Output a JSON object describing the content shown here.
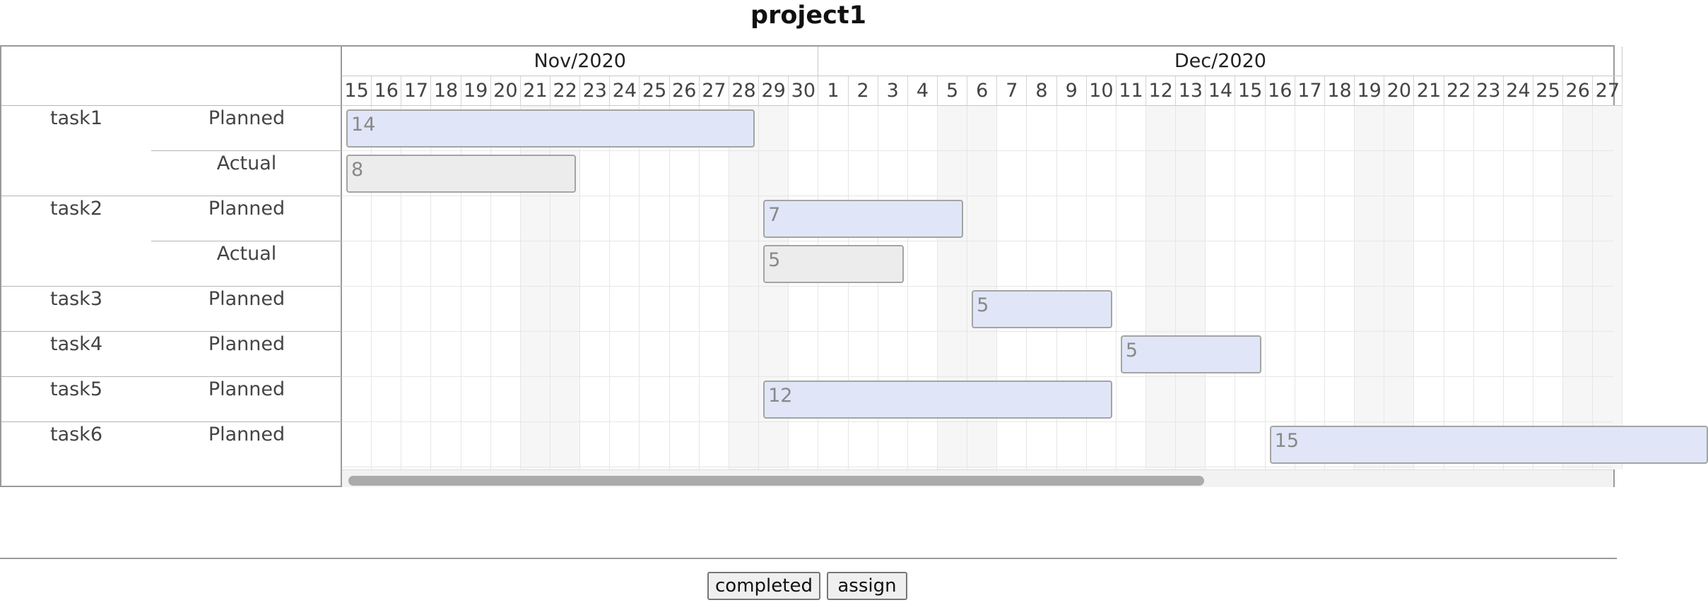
{
  "title": "project1",
  "months": [
    {
      "label": "Nov/2020",
      "startIndex": 0,
      "days": 16
    },
    {
      "label": "Dec/2020",
      "startIndex": 16,
      "days": 27
    }
  ],
  "days": [
    "15",
    "16",
    "17",
    "18",
    "19",
    "20",
    "21",
    "22",
    "23",
    "24",
    "25",
    "26",
    "27",
    "28",
    "29",
    "30",
    "1",
    "2",
    "3",
    "4",
    "5",
    "6",
    "7",
    "8",
    "9",
    "10",
    "11",
    "12",
    "13",
    "14",
    "15",
    "16",
    "17",
    "18",
    "19",
    "20",
    "21",
    "22",
    "23",
    "24",
    "25",
    "26",
    "27"
  ],
  "weekend_indices": [
    6,
    7,
    13,
    14,
    20,
    21,
    27,
    28,
    34,
    35,
    41,
    42
  ],
  "tasks": [
    {
      "name": "task1",
      "rows": [
        {
          "kind": "Planned",
          "start": 0,
          "length": 14,
          "label": "14"
        },
        {
          "kind": "Actual",
          "start": 0,
          "length": 8,
          "label": "8"
        }
      ]
    },
    {
      "name": "task2",
      "rows": [
        {
          "kind": "Planned",
          "start": 14,
          "length": 7,
          "label": "7"
        },
        {
          "kind": "Actual",
          "start": 14,
          "length": 5,
          "label": "5"
        }
      ]
    },
    {
      "name": "task3",
      "rows": [
        {
          "kind": "Planned",
          "start": 21,
          "length": 5,
          "label": "5"
        }
      ]
    },
    {
      "name": "task4",
      "rows": [
        {
          "kind": "Planned",
          "start": 26,
          "length": 5,
          "label": "5"
        }
      ]
    },
    {
      "name": "task5",
      "rows": [
        {
          "kind": "Planned",
          "start": 14,
          "length": 12,
          "label": "12"
        }
      ]
    },
    {
      "name": "task6",
      "rows": [
        {
          "kind": "Planned",
          "start": 31,
          "length": 15,
          "label": "15"
        }
      ]
    }
  ],
  "scrollbar_fraction": 0.68,
  "buttons": {
    "completed": "completed",
    "assign": "assign"
  },
  "colors": {
    "planned_bar": "#e0e6f7",
    "actual_bar": "#ececec",
    "border": "#9a9a9a"
  }
}
